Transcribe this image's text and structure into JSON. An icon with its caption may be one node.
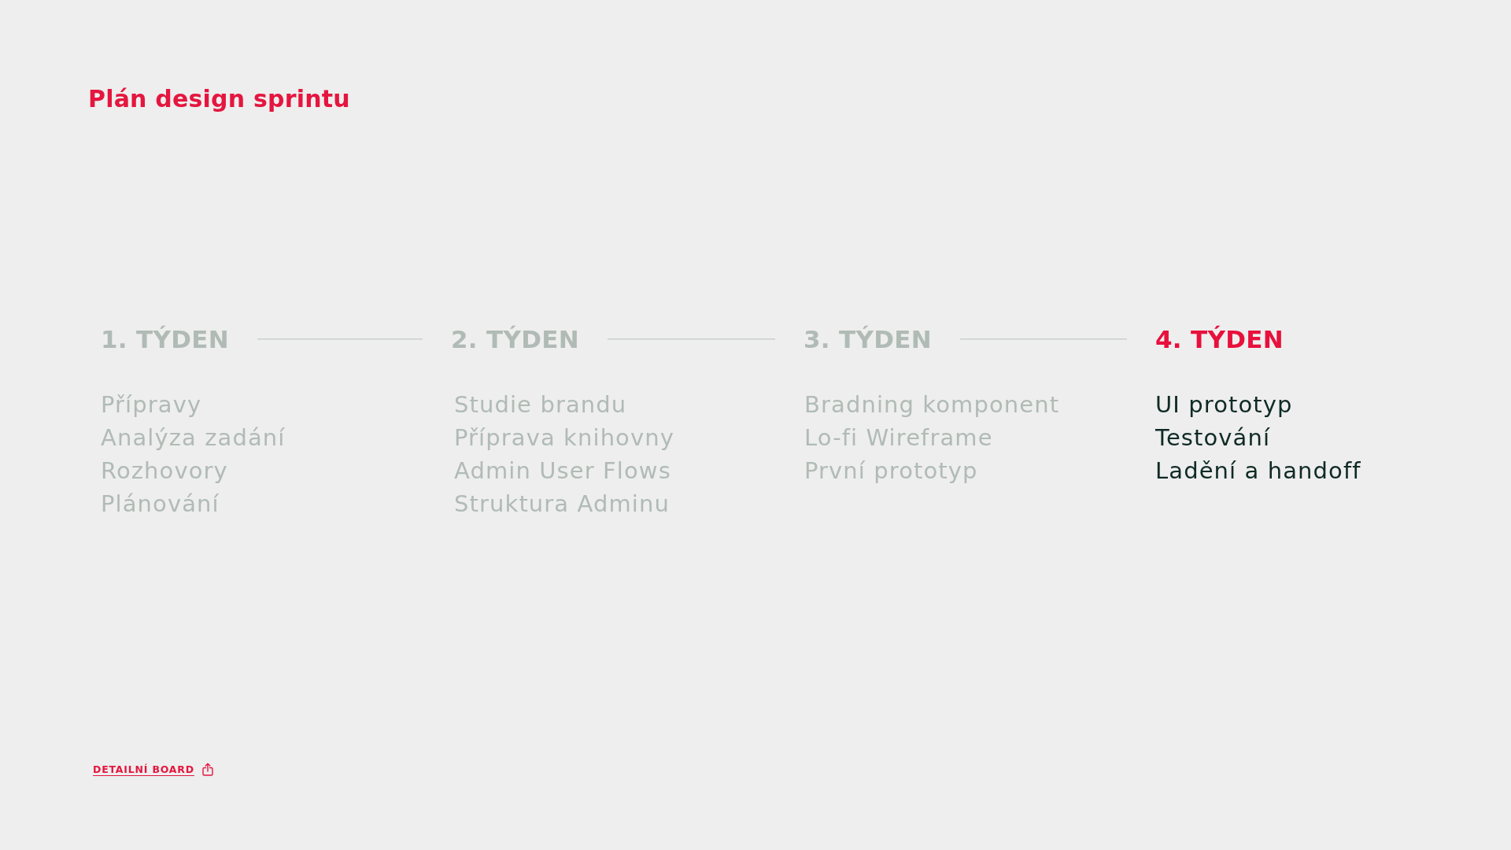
{
  "diagram": {
    "title": "Plán design sprintu",
    "nodes": [
      {
        "text": [
          "1. TÝDEN"
        ],
        "beside": [
          "Přípravy",
          "Analýza zadání",
          "Rozhovory",
          "Plánování"
        ]
      },
      {
        "text": [
          "2. TÝDEN"
        ],
        "beside": [
          "Studie brandu",
          "Příprava knihovny",
          "Admin User Flows",
          "Struktura Adminu"
        ]
      },
      {
        "text": [
          "3. TÝDEN"
        ],
        "beside": [
          "Bradning komponent",
          "Lo-fi Wireframe",
          "První prototyp"
        ]
      },
      {
        "text": [
          "4. TÝDEN"
        ],
        "beside": [
          "UI prototyp",
          "Testování",
          "Ladění a handoff"
        ]
      }
    ],
    "edges": [
      {
        "from": 0,
        "to": 1,
        "arrow": "none"
      },
      {
        "from": 1,
        "to": 2,
        "arrow": "none"
      },
      {
        "from": 2,
        "to": 3,
        "arrow": "none"
      }
    ],
    "labels": [
      "DETAILNÍ BOARD"
    ]
  }
}
